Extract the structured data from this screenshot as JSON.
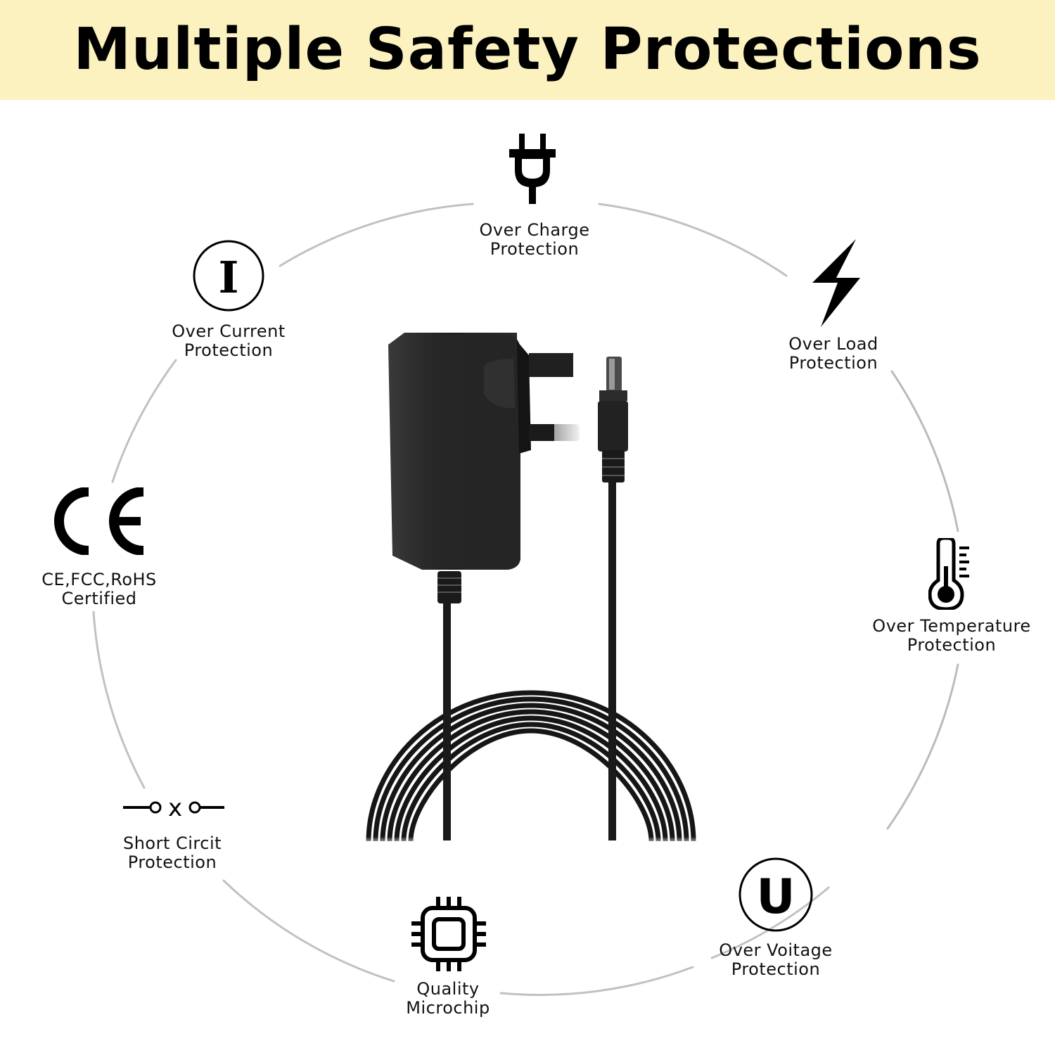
{
  "title": "Multiple Safety Protections",
  "colors": {
    "banner": "#fbf2bf",
    "text": "#000000",
    "ring": "#9a9a9a",
    "product": "#1c1c1c"
  },
  "features": [
    {
      "id": "over-charge",
      "icon": "plug-icon",
      "line1": "Over Charge",
      "line2": "Protection"
    },
    {
      "id": "over-load",
      "icon": "lightning-icon",
      "line1": "Over Load",
      "line2": "Protection"
    },
    {
      "id": "over-temperature",
      "icon": "thermometer-icon",
      "line1": "Over Temperature",
      "line2": "Protection"
    },
    {
      "id": "over-voltage",
      "icon": "u-circle-icon",
      "line1": "Over Voitage",
      "line2": "Protection"
    },
    {
      "id": "quality-microchip",
      "icon": "microchip-icon",
      "line1": "Quality",
      "line2": "Microchip"
    },
    {
      "id": "short-circuit",
      "icon": "switch-icon",
      "line1": "Short Circit",
      "line2": "Protection"
    },
    {
      "id": "certified",
      "icon": "ce-mark-icon",
      "line1": "CE,FCC,RoHS",
      "line2": "Certified"
    },
    {
      "id": "over-current",
      "icon": "i-circle-icon",
      "line1": "Over Current",
      "line2": "Protection"
    }
  ],
  "product": {
    "icon": "power-adapter-image"
  }
}
